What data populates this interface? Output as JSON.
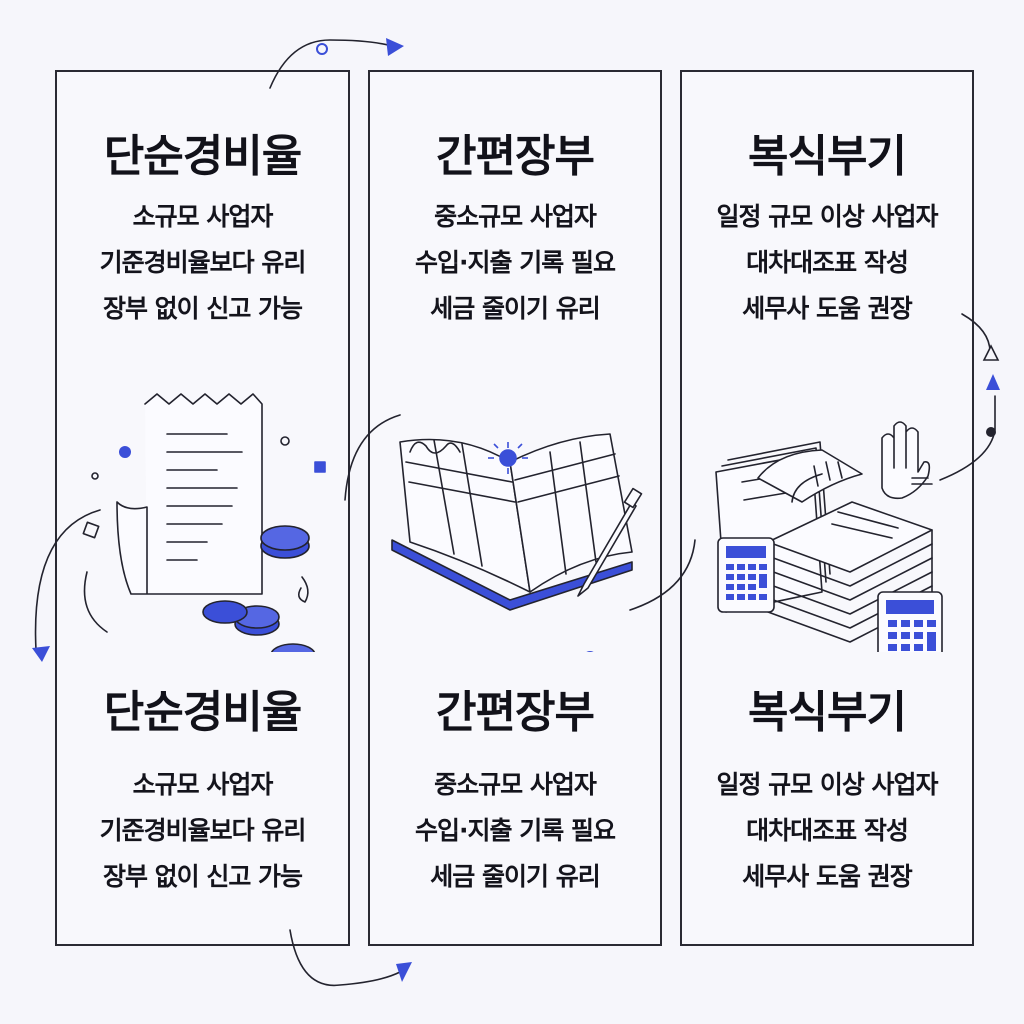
{
  "columns": [
    {
      "title": "단순경비율",
      "lines": [
        "소규모 사업자",
        "기준경비율보다 유리",
        "장부 없이 신고 가능"
      ],
      "illustration": "receipt-coins"
    },
    {
      "title": "간편장부",
      "lines": [
        "중소규모 사업자",
        "수입·지출 기록 필요",
        "세금 줄이기 유리"
      ],
      "illustration": "open-ledger-pen"
    },
    {
      "title": "복식부기",
      "lines": [
        "일정 규모 이상 사업자",
        "대차대조표 작성",
        "세무사 도움 권장"
      ],
      "illustration": "document-stack-calculators"
    }
  ],
  "colors": {
    "accent": "#3b4fd8",
    "ink": "#23232e",
    "background": "#f6f6fb"
  }
}
